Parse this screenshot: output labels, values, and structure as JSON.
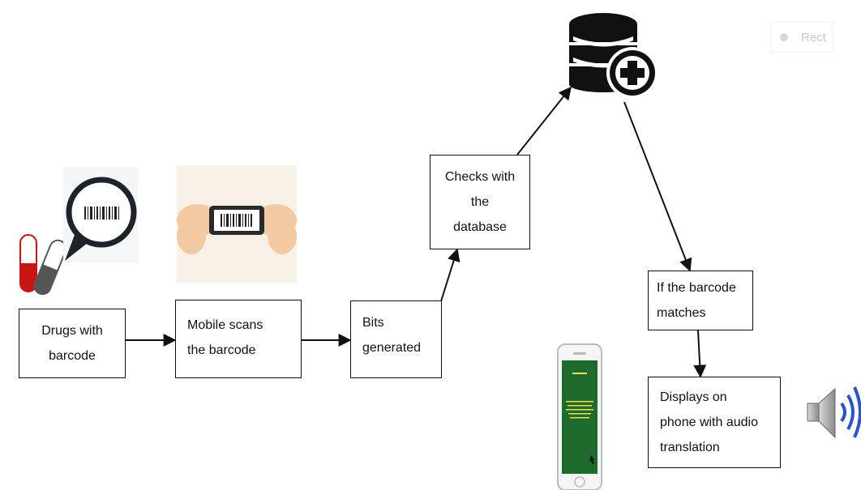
{
  "nodes": {
    "drugs": [
      "Drugs with",
      "barcode"
    ],
    "scan": [
      "Mobile scans",
      "the barcode"
    ],
    "bits": [
      "Bits",
      "generated"
    ],
    "check": [
      "Checks with",
      "the",
      "database"
    ],
    "match": [
      "If the barcode",
      "matches"
    ],
    "display": [
      "Displays on",
      "phone with audio",
      "translation"
    ]
  },
  "icons": {
    "pills": "pill-capsules-icon",
    "barcode_lens": "barcode-magnifier-icon",
    "phone_scan": "hands-phone-scanning-icon",
    "database": "database-add-icon",
    "smartphone": "smartphone-icon",
    "speaker": "speaker-audio-icon"
  },
  "toolbar": {
    "rect_label": "Rect"
  },
  "colors": {
    "line": "#111111",
    "pill_red": "#c81414",
    "phone_screen": "#1e6b2d",
    "speaker_blue": "#2a55c8"
  }
}
